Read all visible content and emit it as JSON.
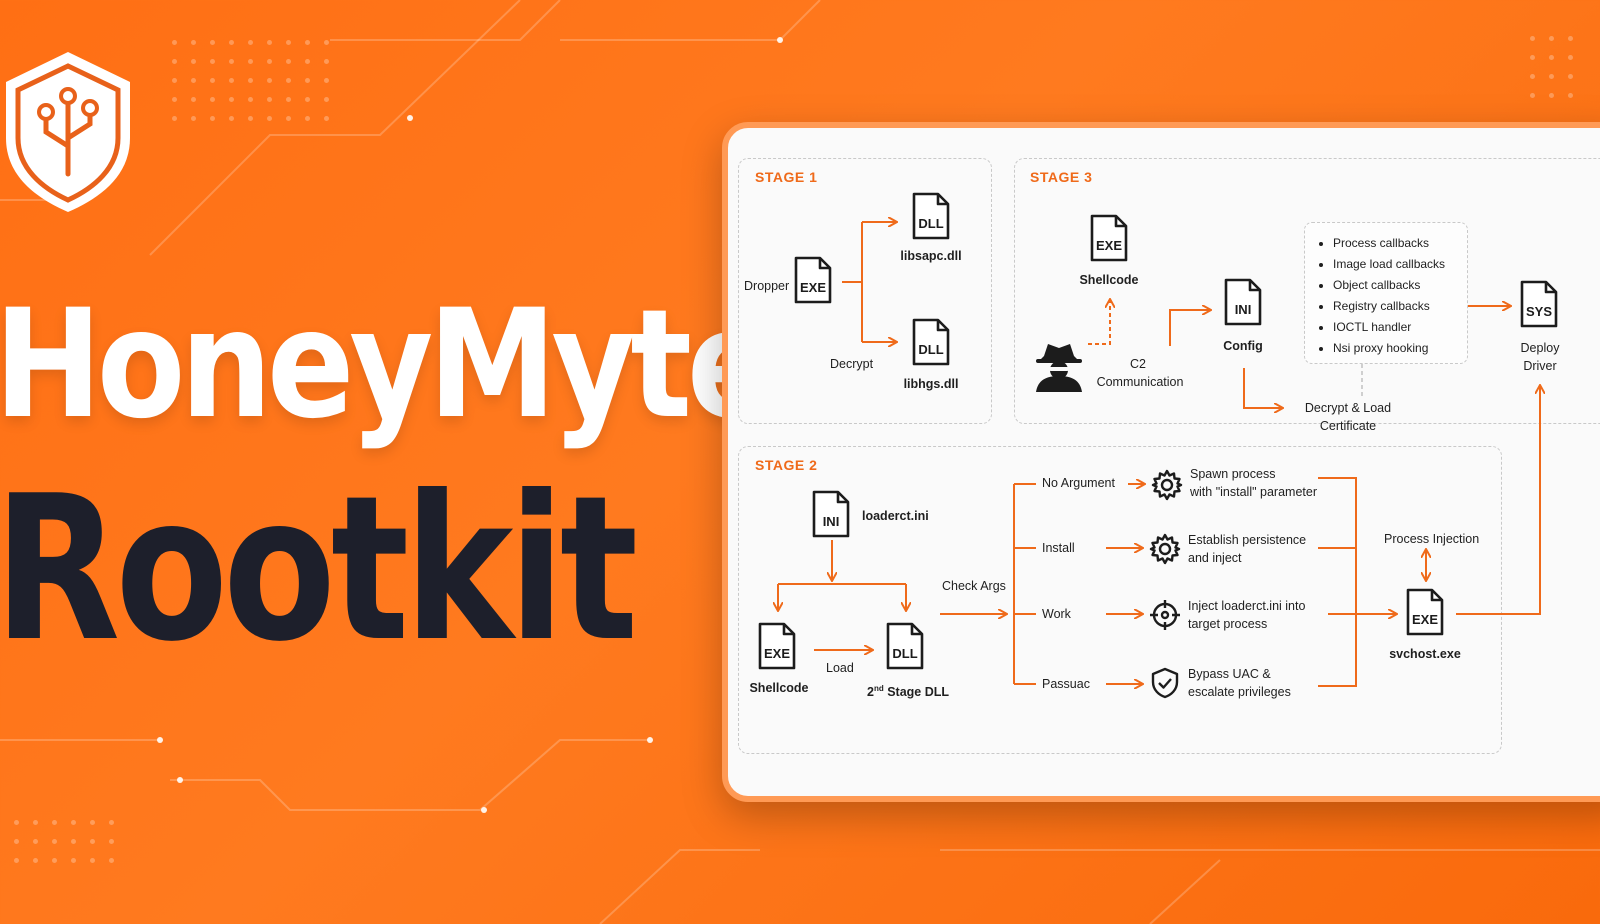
{
  "title": {
    "line1": "HoneyMyte",
    "line2": "Rootkit"
  },
  "colors": {
    "accent": "#ef6a1a",
    "background": "#ff7318",
    "dark_text": "#1d1f2b",
    "panel": "#fafafa"
  },
  "stage1": {
    "label": "STAGE 1",
    "dropper": "Dropper",
    "exe": "EXE",
    "dll_top": {
      "type": "DLL",
      "name": "libsapc.dll"
    },
    "dll_bottom": {
      "type": "DLL",
      "name": "libhgs.dll"
    },
    "decrypt": "Decrypt"
  },
  "stage3": {
    "label": "STAGE 3",
    "shellcode": {
      "type": "EXE",
      "name": "Shellcode"
    },
    "c2": "C2",
    "c2_comm": "Communication",
    "config": {
      "type": "INI",
      "name": "Config"
    },
    "callbacks": [
      "Process callbacks",
      "Image load callbacks",
      "Object callbacks",
      "Registry callbacks",
      "IOCTL handler",
      "Nsi proxy hooking"
    ],
    "decrypt_load": "Decrypt & Load",
    "certificate": "Certificate",
    "driver": {
      "type": "SYS",
      "name1": "Deploy",
      "name2": "Driver"
    },
    "hacker_icon": "spy-icon"
  },
  "stage2": {
    "label": "STAGE 2",
    "ini": {
      "type": "INI",
      "name": "loaderct.ini"
    },
    "shellcode": {
      "type": "EXE",
      "name": "Shellcode"
    },
    "load": "Load",
    "dll": {
      "type": "DLL",
      "name_prefix": "2",
      "name_sup": "nd",
      "name_suffix": " Stage DLL"
    },
    "check_args": "Check Args",
    "branches": [
      {
        "arg": "No Argument",
        "icon": "gear-icon",
        "line1": "Spawn process",
        "line2": "with \"install\" parameter"
      },
      {
        "arg": "Install",
        "icon": "gear-icon",
        "line1": "Establish persistence",
        "line2": "and inject"
      },
      {
        "arg": "Work",
        "icon": "crosshair-icon",
        "line1": "Inject loaderct.ini into",
        "line2": "target process"
      },
      {
        "arg": "Passuac",
        "icon": "shield-check-icon",
        "line1": "Bypass UAC &",
        "line2": "escalate privileges"
      }
    ],
    "process_injection": "Process Injection",
    "svchost": {
      "type": "EXE",
      "name": "svchost.exe"
    }
  }
}
